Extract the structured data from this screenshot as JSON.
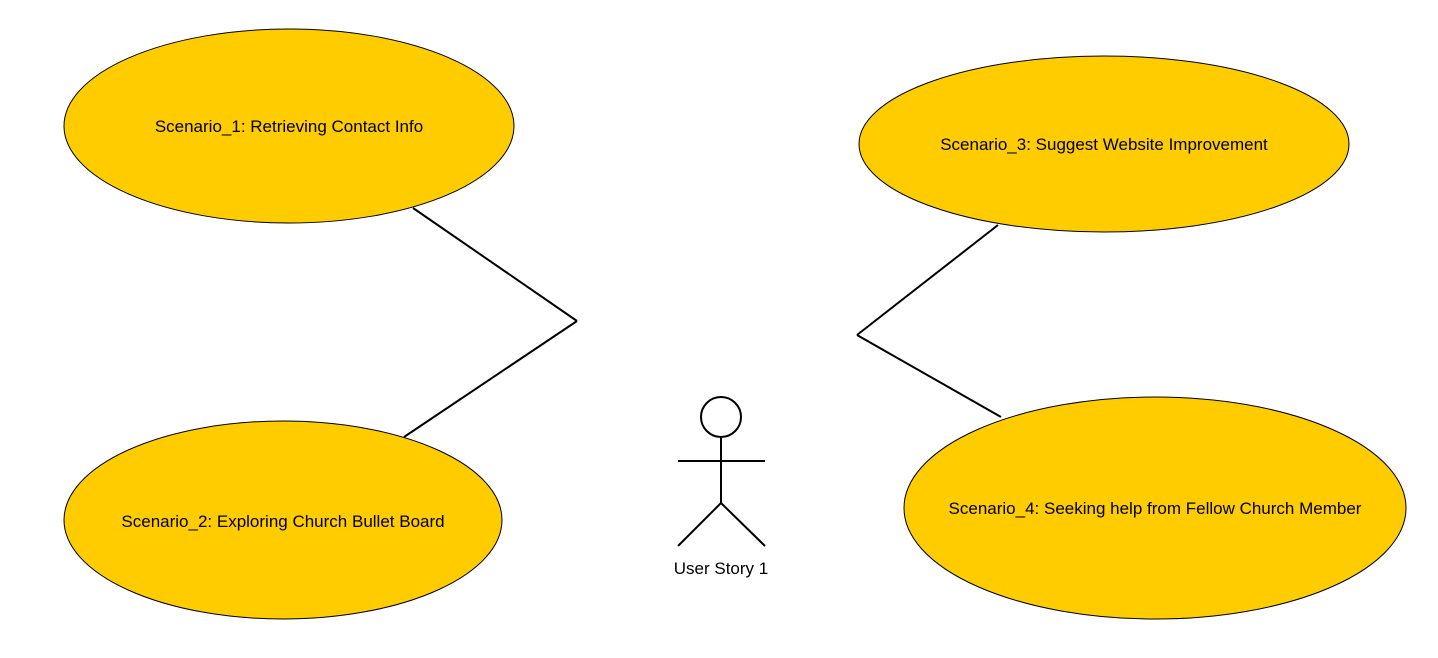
{
  "diagram": {
    "actor": {
      "label": "User Story 1"
    },
    "use_cases": [
      {
        "label": "Scenario_1: Retrieving Contact Info"
      },
      {
        "label": "Scenario_2: Exploring Church Bullet Board"
      },
      {
        "label": "Scenario_3: Suggest Website Improvement"
      },
      {
        "label": "Scenario_4: Seeking help from Fellow Church Member"
      }
    ],
    "colors": {
      "use_case_fill": "#FFCC00",
      "stroke": "#000000",
      "background": "#FFFFFF"
    }
  }
}
